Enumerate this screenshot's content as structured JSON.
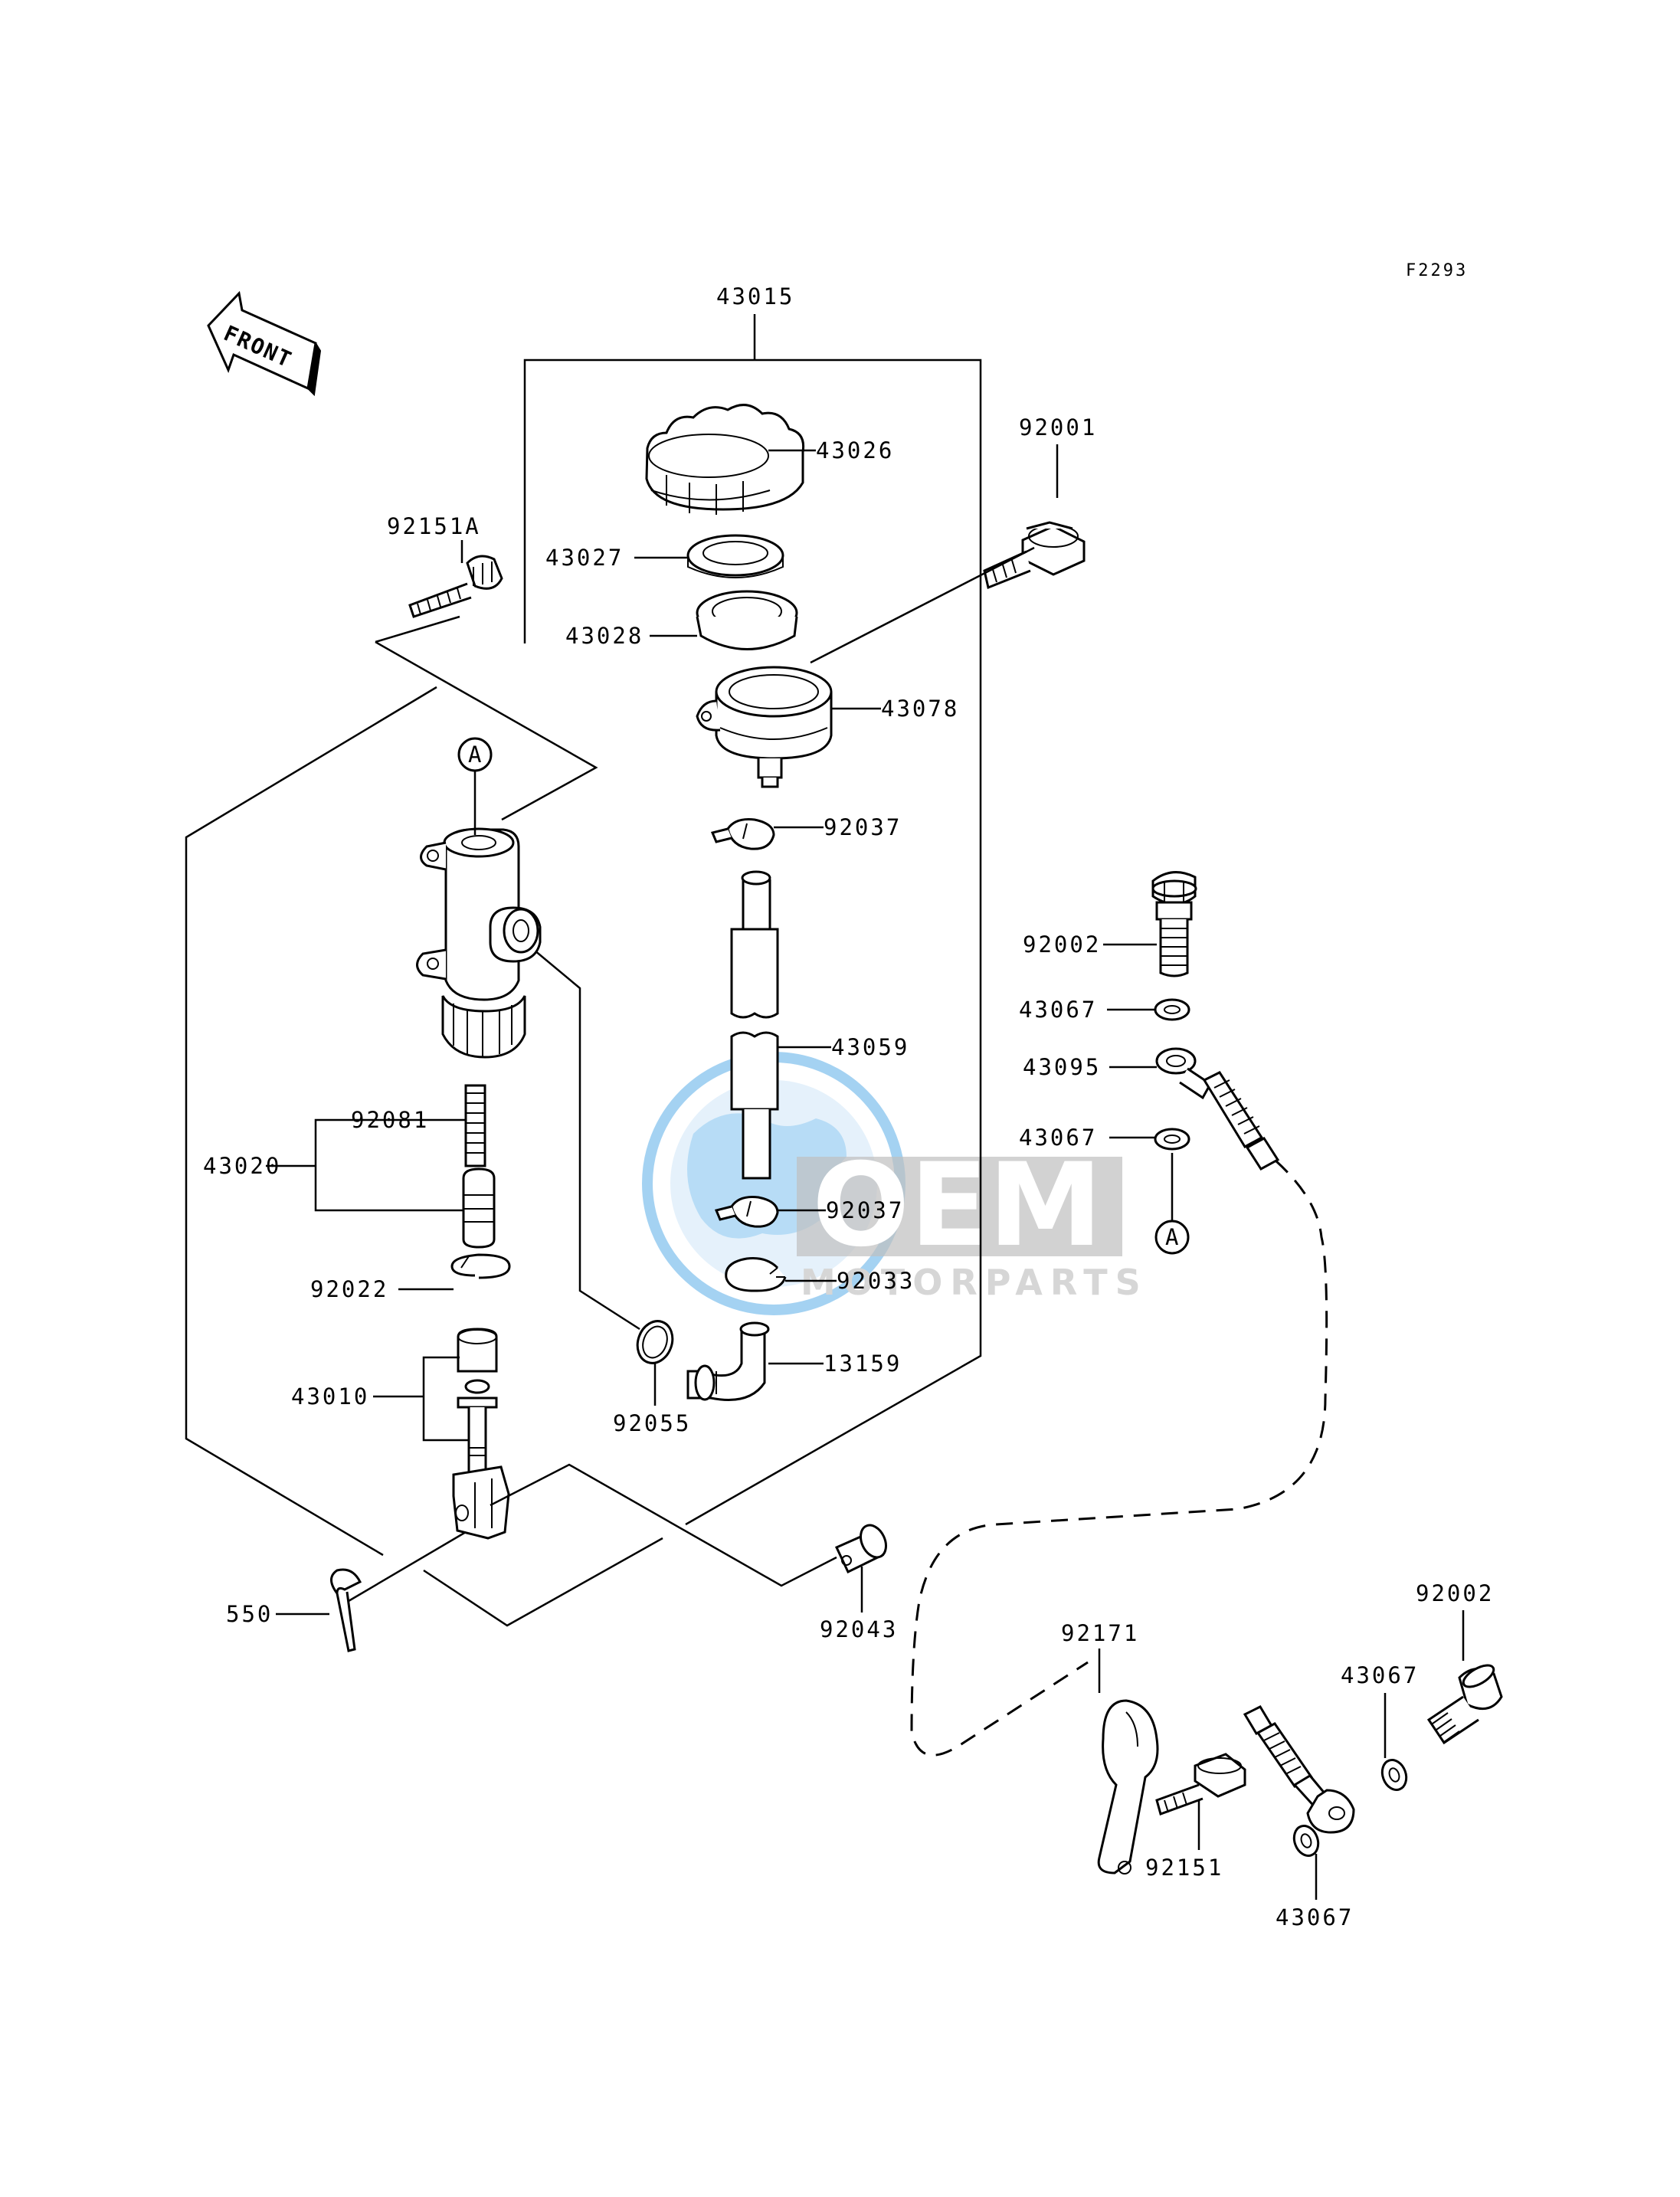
{
  "diagram_code": "F2293",
  "front_label": "FRONT",
  "callout_a": "A",
  "watermark": {
    "logo": "OEM",
    "sub": "MOTORPARTS",
    "color_blue": "#5aaee8",
    "color_grey": "#8c8c8c"
  },
  "labels": {
    "l43015": "43015",
    "l43026": "43026",
    "l43027": "43027",
    "l43028": "43028",
    "l43078": "43078",
    "l92001": "92001",
    "l92151a": "92151A",
    "l92037a": "92037",
    "l43059": "43059",
    "l92037b": "92037",
    "l92033": "92033",
    "l13159": "13159",
    "l92055": "92055",
    "l92002a": "92002",
    "l43067a": "43067",
    "l43095": "43095",
    "l43067b": "43067",
    "l43020": "43020",
    "l92081": "92081",
    "l92022": "92022",
    "l43010": "43010",
    "l550": "550",
    "l92043": "92043",
    "l92171": "92171",
    "l92151": "92151",
    "l43067c": "43067",
    "l92002b": "92002",
    "l43067d": "43067"
  }
}
